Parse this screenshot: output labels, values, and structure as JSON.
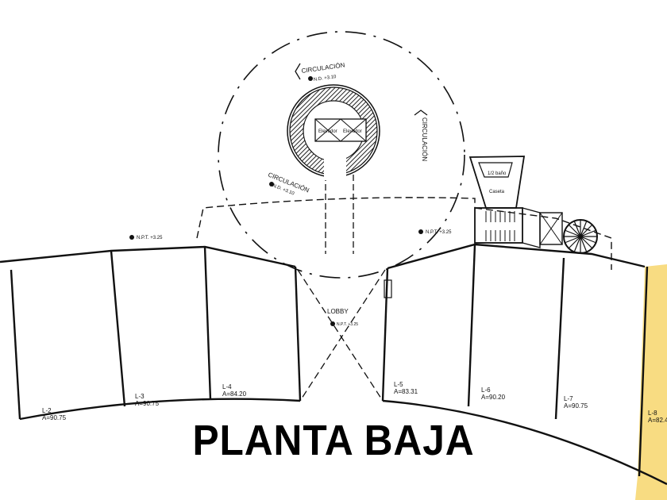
{
  "title": "PLANTA BAJA",
  "colors": {
    "highlight": "#f8dc82",
    "line": "#111111"
  },
  "circulation": [
    "CIRCULACIÓN",
    "CIRCULACIÓN",
    "CIRCULACIÓN"
  ],
  "levels": {
    "nd_top": "N.D. +3.10",
    "nd_left": "N.D. +3.10",
    "npt_left": "N.P.T. +3.25",
    "npt_right": "N.P.T. +3.25",
    "npt_lobby": "N.P.T. +3.25"
  },
  "core": {
    "elevator_1": "Elevador",
    "elevator_2": "Elevador"
  },
  "service": {
    "half_bath": "1/2 baño",
    "booth": "Caseta"
  },
  "lobby": "LOBBY",
  "units": [
    {
      "id": "L-2",
      "area": "A=90.75"
    },
    {
      "id": "L-3",
      "area": "A=90.75"
    },
    {
      "id": "L-4",
      "area": "A=84.20"
    },
    {
      "id": "L-5",
      "area": "A=83.31"
    },
    {
      "id": "L-6",
      "area": "A=90.20"
    },
    {
      "id": "L-7",
      "area": "A=90.75"
    },
    {
      "id": "L-8",
      "area": "A=82.4"
    }
  ]
}
